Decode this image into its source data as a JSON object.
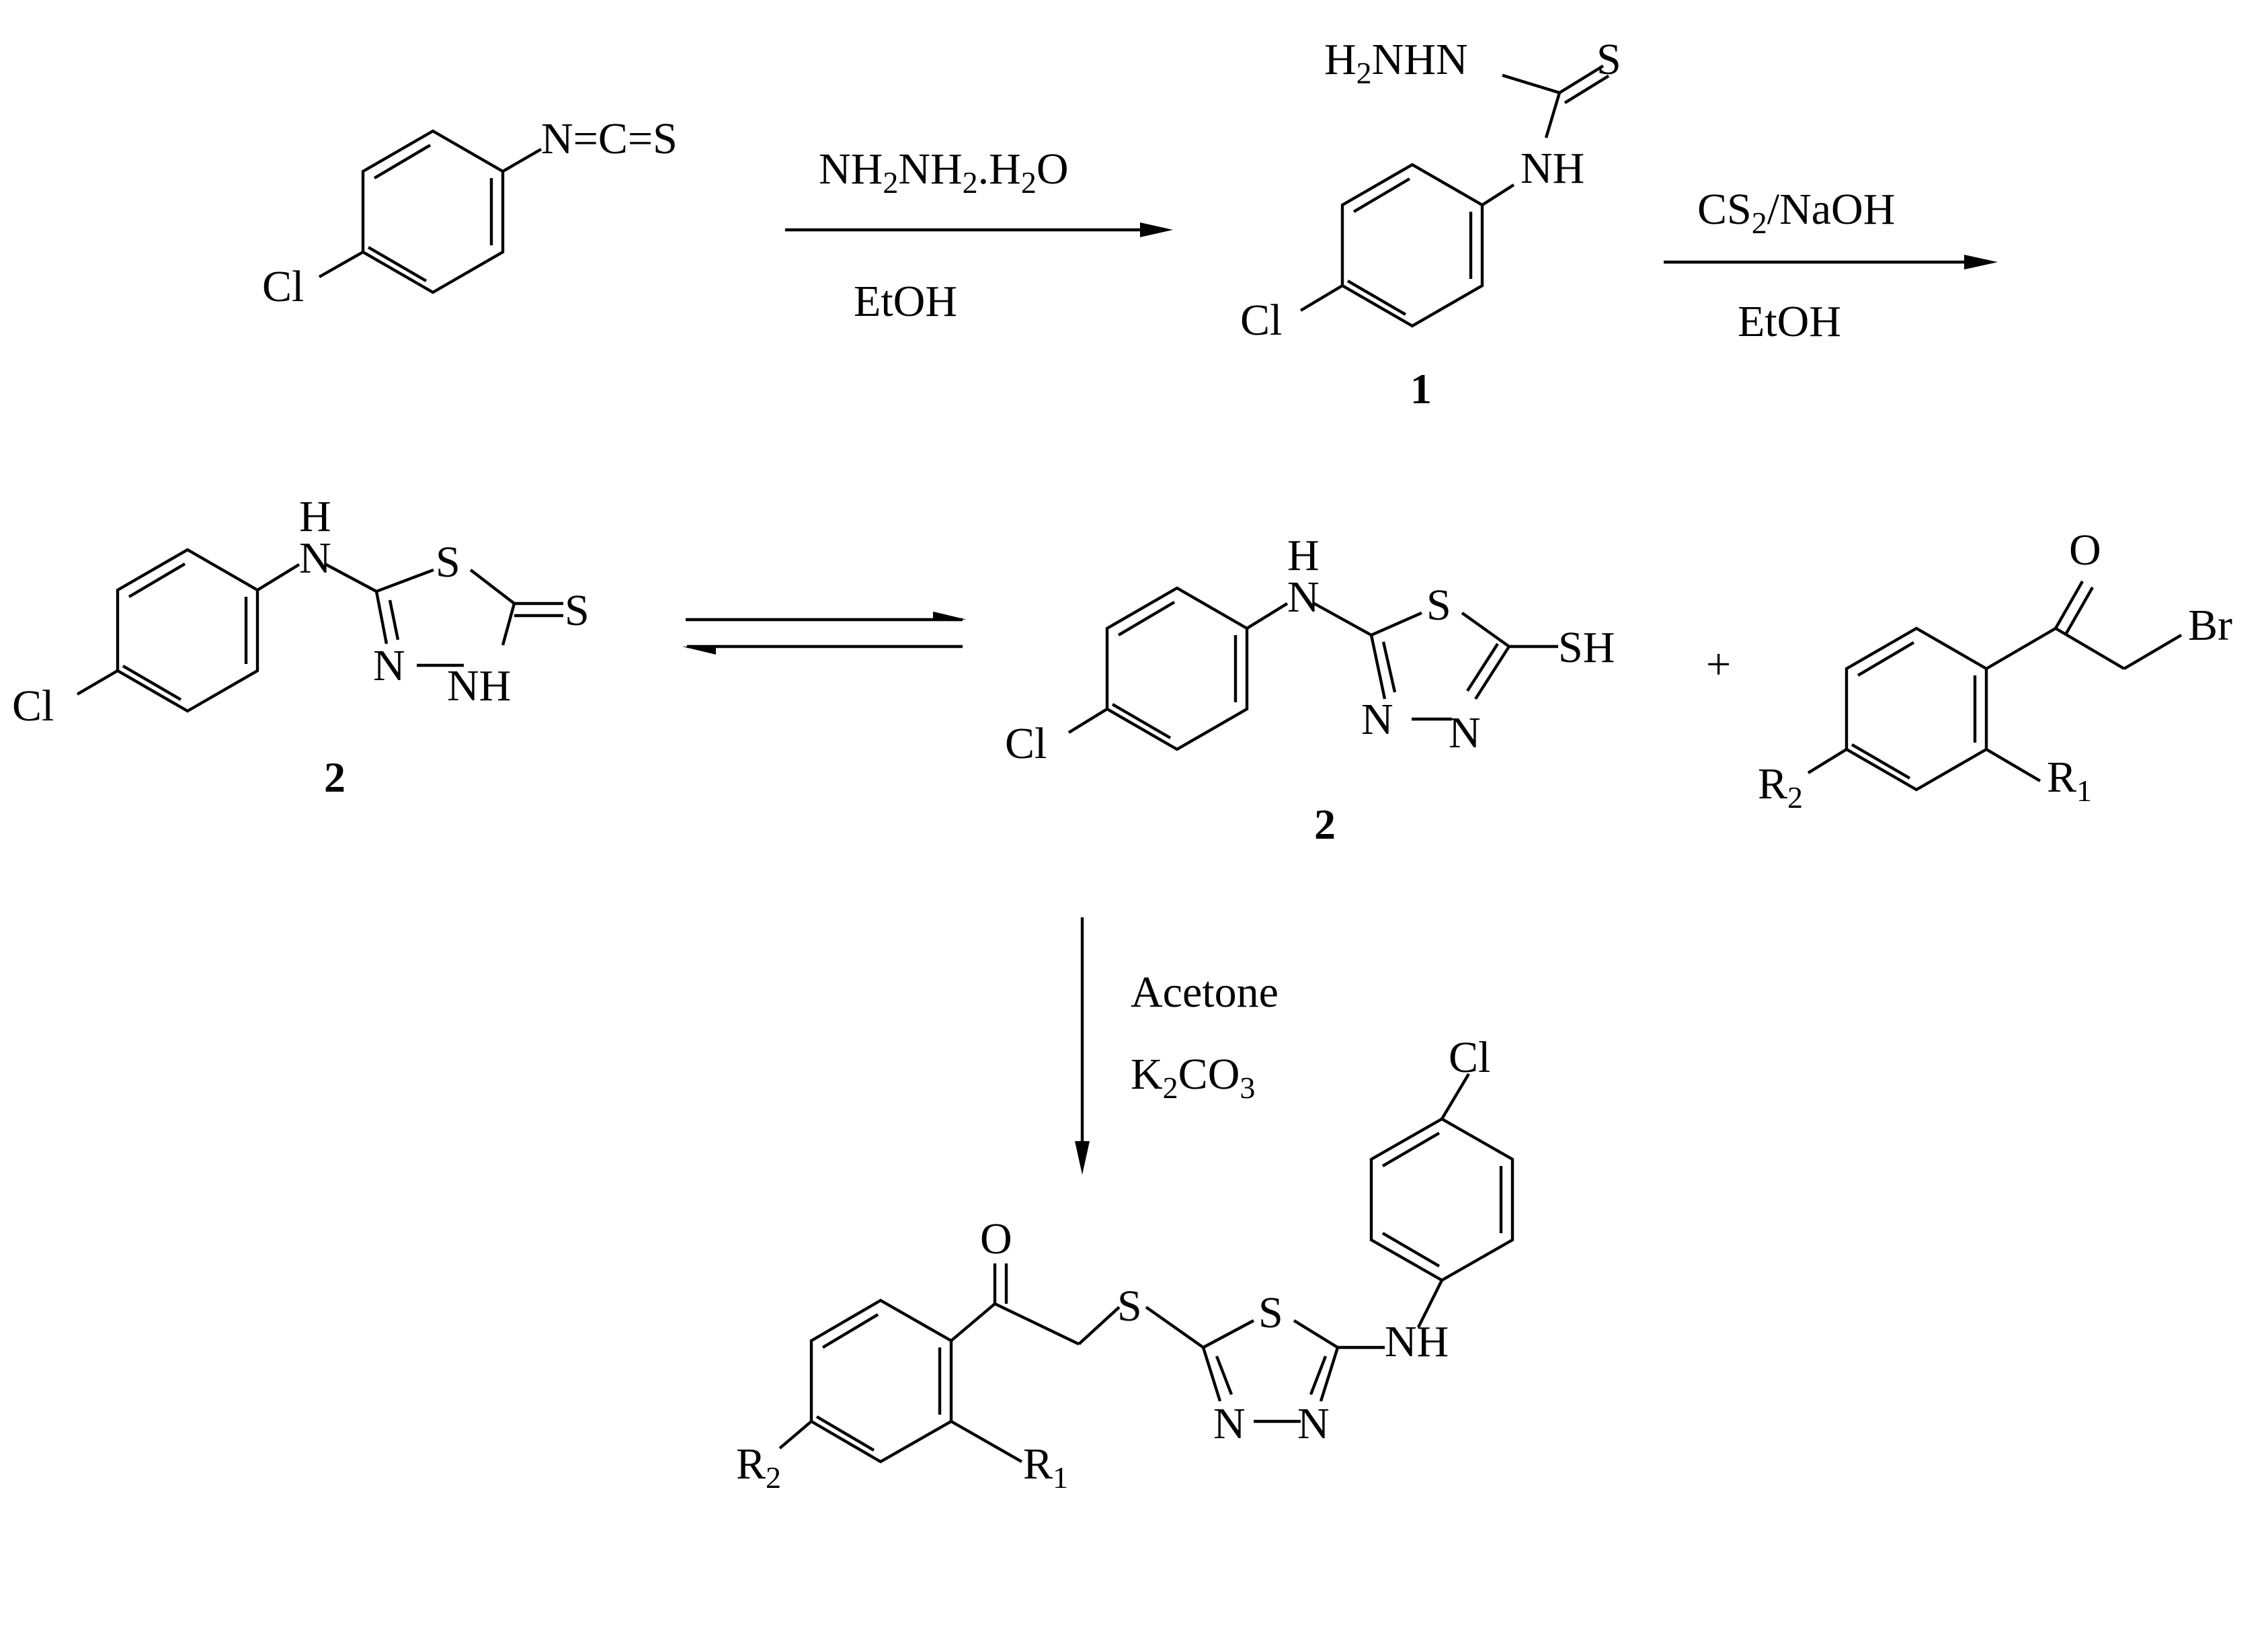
{
  "scheme": {
    "reactions": {
      "r1": {
        "conditions": [
          "NH2NH2.H2O",
          "EtOH"
        ]
      },
      "r2": {
        "conditions": [
          "CS2/NaOH",
          "EtOH"
        ]
      },
      "r3": {
        "conditions": [
          "Acetone",
          "K2CO3"
        ]
      }
    },
    "compounds": {
      "start": {
        "atoms": [
          "Cl",
          "N=C=S"
        ]
      },
      "c1": {
        "label": "1",
        "atoms": [
          "Cl",
          "H2NHN",
          "S",
          "NH"
        ]
      },
      "c2_thione": {
        "label": "2",
        "atoms": [
          "Cl",
          "H",
          "N",
          "S",
          "S",
          "N",
          "NH"
        ]
      },
      "c2_thiol": {
        "label": "2",
        "atoms": [
          "Cl",
          "H",
          "N",
          "S",
          "SH",
          "N",
          "N"
        ]
      },
      "bromoketone": {
        "atoms": [
          "O",
          "Br",
          "R2",
          "R1"
        ]
      },
      "product": {
        "atoms": [
          "Cl",
          "O",
          "S",
          "S",
          "NH",
          "N",
          "N",
          "R1",
          "R2"
        ]
      }
    },
    "plus_sign": "+"
  }
}
